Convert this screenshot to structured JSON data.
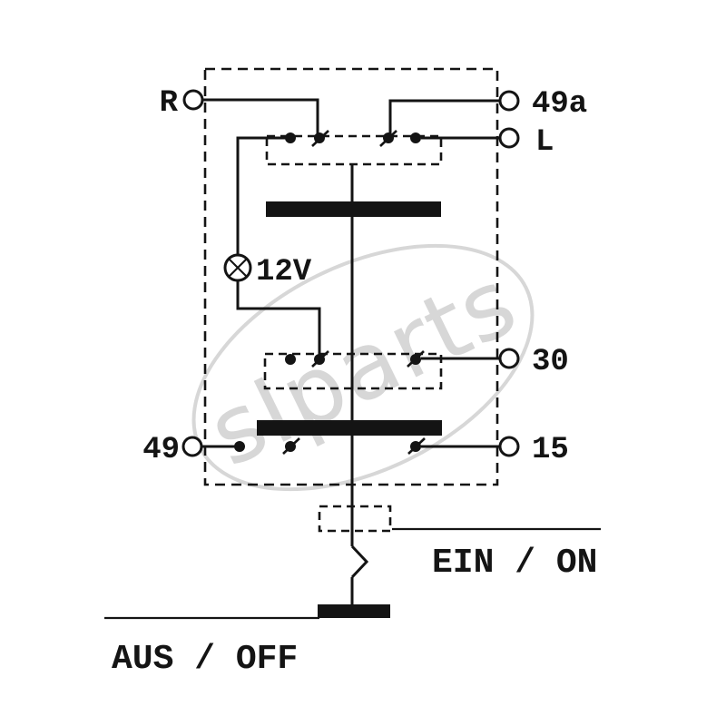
{
  "diagram": {
    "terminals": {
      "r": "R",
      "t49a": "49a",
      "l": "L",
      "t30": "30",
      "t15": "15",
      "t49": "49"
    },
    "lamp_label": "12V",
    "switch_states": {
      "on": "EIN / ON",
      "off": "AUS / OFF"
    },
    "watermark": "sIparts",
    "colors": {
      "ink": "#141414",
      "watermark": "#d7d7d7",
      "background": "#ffffff"
    }
  }
}
